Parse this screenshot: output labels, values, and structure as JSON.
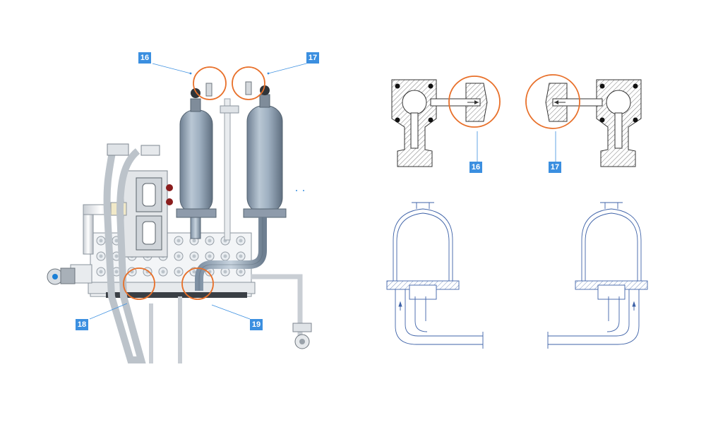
{
  "callouts": {
    "left_16": "16",
    "left_17": "17",
    "left_18": "18",
    "left_19": "19",
    "right_16": "16",
    "right_17": "17"
  },
  "colors": {
    "callout_bg": "#3b8fe0",
    "callout_text": "#ffffff",
    "highlight_circle": "#e8702a",
    "leader_line": "#3b8fe0",
    "tank_metal": "#9aa9b8",
    "drawing_line": "#3f63a8",
    "section_hatch": "#555555"
  }
}
